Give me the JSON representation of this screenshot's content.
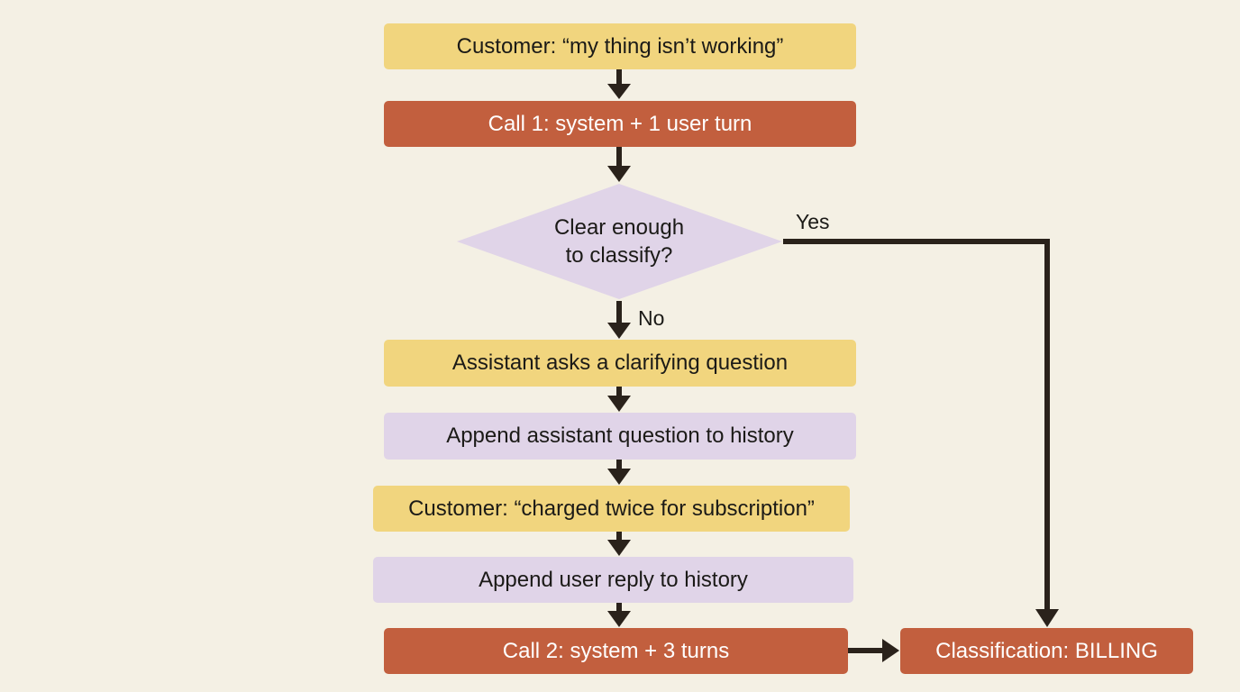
{
  "colors": {
    "background": "#f4f0e4",
    "yellow": "#f1d57e",
    "purple": "#e0d4e8",
    "orange": "#c25f3e",
    "arrow": "#2a221b"
  },
  "nodes": {
    "customer_initial": "Customer: “my thing isn’t working”",
    "call_1": "Call 1: system + 1 user turn",
    "decision_line_1": "Clear enough",
    "decision_line_2": "to classify?",
    "clarifying_question": "Assistant asks a clarifying question",
    "append_question": "Append assistant question to history",
    "customer_reply": "Customer: “charged twice for subscription”",
    "append_reply": "Append user reply to history",
    "call_2": "Call 2: system + 3 turns",
    "classification": "Classification: BILLING"
  },
  "edge_labels": {
    "yes": "Yes",
    "no": "No"
  }
}
